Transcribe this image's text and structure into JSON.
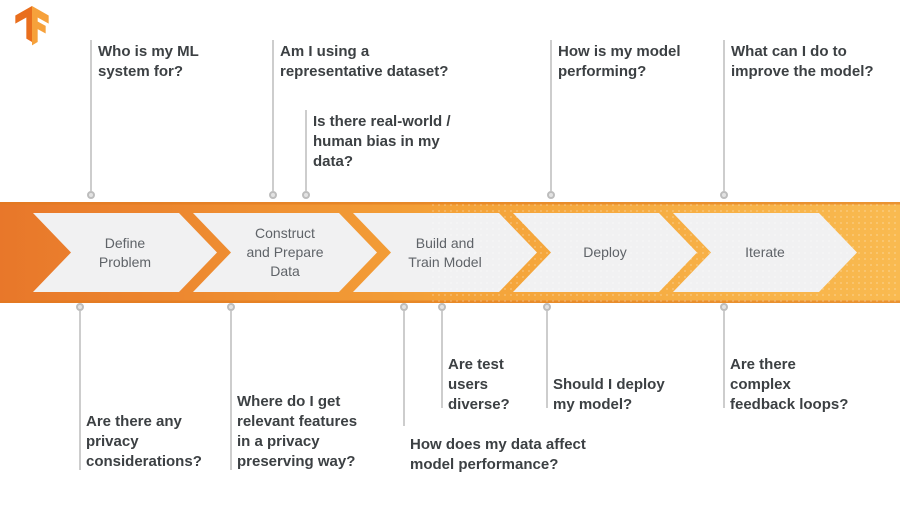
{
  "brand": {
    "logo": "tensorflow-logo"
  },
  "colors": {
    "banner_gradient_left": "#E8772A",
    "banner_gradient_mid": "#F4A238",
    "banner_gradient_right": "#F9BA50",
    "banner_edge": "#DF7A1E",
    "chevron_fill": "#F1F1F2",
    "stage_text": "#5F6368",
    "question_text": "#3C4043",
    "connector": "#CDCDCD",
    "logo_dark": "#E96E1D",
    "logo_light": "#F6A13B"
  },
  "pipeline": {
    "stages": [
      {
        "label": "Define\nProblem"
      },
      {
        "label": "Construct\nand Prepare\nData"
      },
      {
        "label": "Build and\nTrain Model"
      },
      {
        "label": "Deploy"
      },
      {
        "label": "Iterate"
      }
    ]
  },
  "questions": {
    "top": [
      {
        "text": "Who is my ML\nsystem for?"
      },
      {
        "text": "Am I using a\nrepresentative dataset?"
      },
      {
        "text": "Is there real-world /\nhuman bias in my\ndata?"
      },
      {
        "text": "How is my model\nperforming?"
      },
      {
        "text": "What can I do to\nimprove the model?"
      }
    ],
    "bottom": [
      {
        "text": "Are there any\nprivacy\nconsiderations?"
      },
      {
        "text": "Where do I get\nrelevant features\nin a privacy\npreserving way?"
      },
      {
        "text": "How does my data affect\nmodel performance?"
      },
      {
        "text": "Are test\nusers\ndiverse?"
      },
      {
        "text": "Should I deploy\nmy model?"
      },
      {
        "text": "Are there\ncomplex\nfeedback loops?"
      }
    ]
  }
}
